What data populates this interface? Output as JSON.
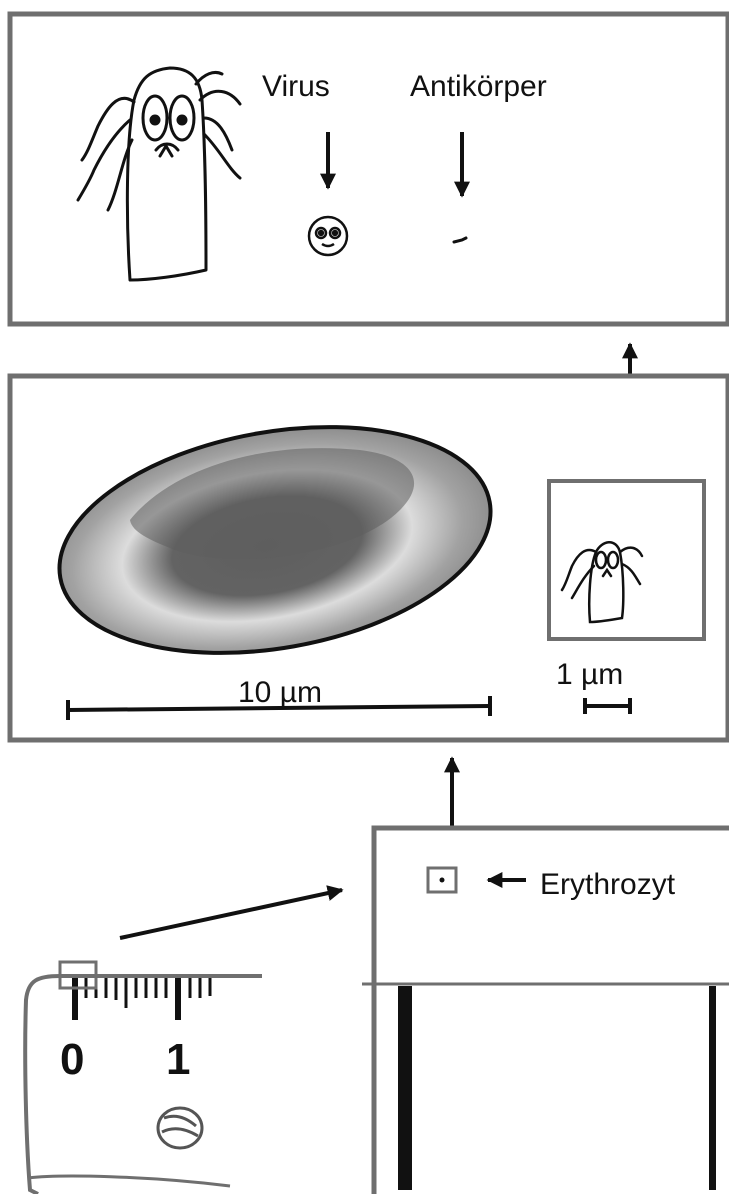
{
  "labels": {
    "virus": "Virus",
    "antibody": "Antikörper",
    "scale_10": "10 µm",
    "scale_1": "1 µm",
    "erythrocyte": "Erythrozyt",
    "ruler_0": "0",
    "ruler_1": "1"
  },
  "colors": {
    "ink": "#111111",
    "frame": "#6f6f6f",
    "cell_shade": "#8a8a8a",
    "cell_dark": "#5e5e5e",
    "cell_light": "#dcdcdc"
  }
}
